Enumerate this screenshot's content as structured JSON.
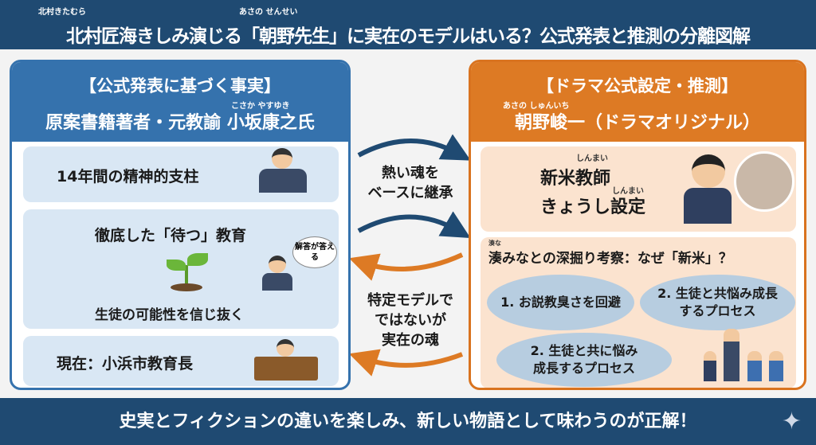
{
  "header": {
    "title": "北村匠海きしみ演じる「朝野先生」に実在のモデルはいる？公式発表と推測の分離図解",
    "ruby_kitamura": "北村きたむら",
    "ruby_asano": "あさの せんせい"
  },
  "left": {
    "heading": "【公式発表に基づく事実】",
    "subtitle": "原案書籍著者・元教諭 小坂康之氏",
    "ruby": "こさか やすゆき",
    "cards": [
      "14年間の精神的支柱",
      "徹底した「待つ」教育",
      "生徒の可能性を信じ抜く",
      "現在：小浜市教育長"
    ],
    "bubble": "解答が答える"
  },
  "middle": {
    "top": [
      "熱い魂を",
      "ベースに継承"
    ],
    "bottom": [
      "特定モデルで",
      "ではないが",
      "実在の魂"
    ]
  },
  "right": {
    "heading": "【ドラマ公式設定・推測】",
    "subtitle": "朝野峻一（ドラマオリジナル）",
    "ruby": "あさの しゅんいち",
    "teacher_lines": [
      "新米教師",
      "きょうし設定"
    ],
    "ruby_shinmai": "しんまい",
    "ruby_shinmai2": "しんまい",
    "discussion_title": "湊みなとの深掘り考察：なぜ「新米」？",
    "ruby_minato": "湊な",
    "points": [
      "1. お説教臭さを回避",
      "2. 生徒と共悩み成長するプロセス",
      "2. 生徒と共に悩み成長するプロセス"
    ]
  },
  "footer": {
    "text": "史実とフィクションの違いを楽しみ、新しい物語として味わうのが正解！"
  },
  "colors": {
    "navy": "#1f4a72",
    "blue": "#3572ad",
    "orange": "#dd7a24"
  }
}
